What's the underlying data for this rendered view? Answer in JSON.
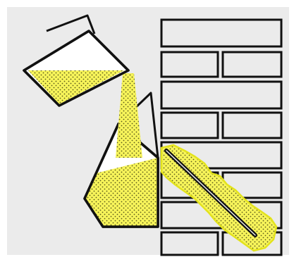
{
  "colors": {
    "background": "#ebebeb",
    "ink": "#111111",
    "fill_yellow": "#f7f45a",
    "stipple": "#5a5a1a",
    "spill_outline": "#e3e31c",
    "brick_face": "#ebebeb"
  },
  "brick_wall": {
    "rows": [
      {
        "bricks": 1
      },
      {
        "bricks": 2
      },
      {
        "bricks": 1
      },
      {
        "bricks": 2
      },
      {
        "bricks": 1
      },
      {
        "bricks": 2
      },
      {
        "bricks": 1
      },
      {
        "bricks": 2
      }
    ]
  },
  "pouring_container": {
    "fill_level": 0.45
  },
  "receiving_container": {
    "fill_level": 0.6
  },
  "icons": [
    "pouring-container-icon",
    "filling-container-icon",
    "liquid-stream-icon",
    "trowel-icon",
    "brick-wall-icon"
  ]
}
